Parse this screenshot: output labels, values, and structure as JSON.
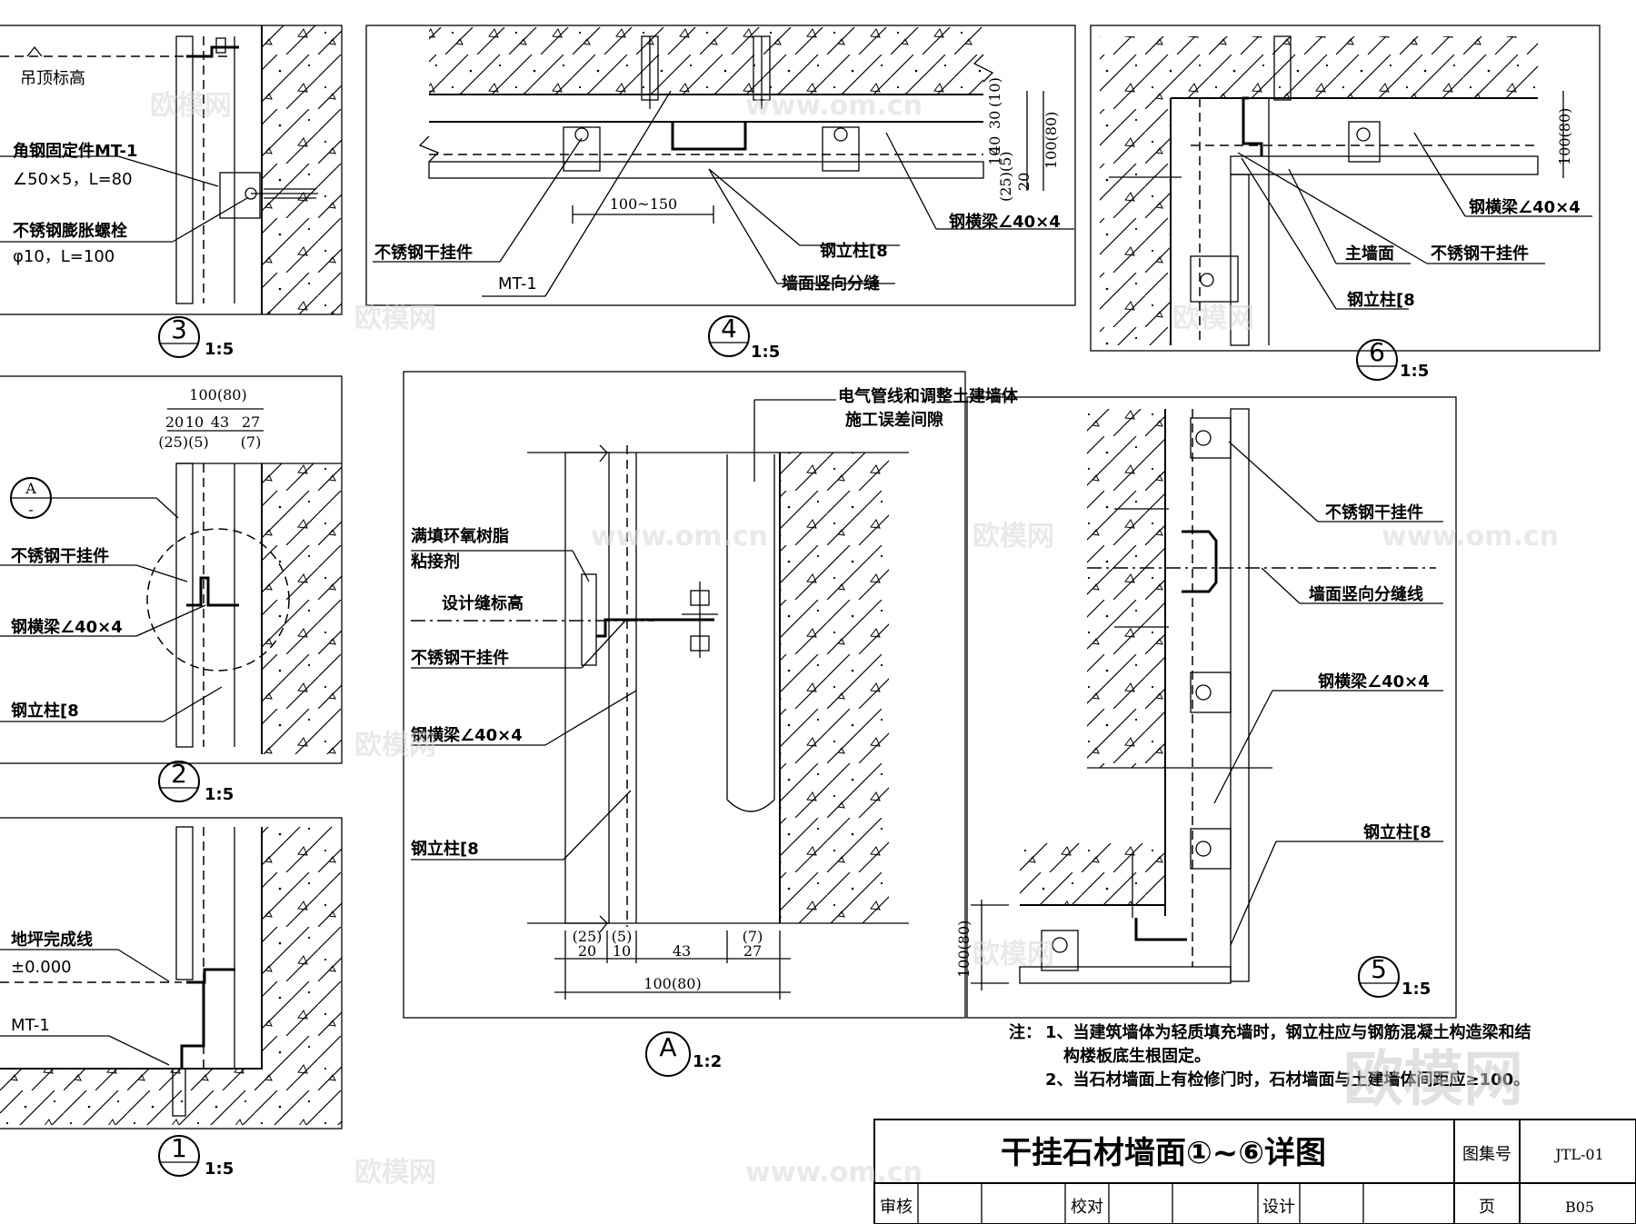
{
  "title_block": {
    "title": "干挂石材墙面①~⑥详图",
    "atlas_label": "图集号",
    "atlas_code": "JTL-01",
    "review_label": "审核",
    "check_label": "校对",
    "design_label": "设计",
    "page_label": "页",
    "page_code": "B05"
  },
  "detail_3": {
    "number": "3",
    "scale": "1:5",
    "ceiling": "吊顶标高",
    "angle_fixer": "角钢固定件MT-1",
    "angle_spec": "∠50×5，L=80",
    "bolt": "不锈钢膨胀螺栓",
    "bolt_spec": "φ10，L=100"
  },
  "detail_4": {
    "number": "4",
    "scale": "1:5",
    "dim_spacing": "100~150",
    "dims_v": [
      "(10)",
      "30",
      "40",
      "10",
      "(25)(5)",
      "20",
      "100(80)"
    ],
    "hanger": "不锈钢干挂件",
    "mt1": "MT-1",
    "post": "钢立柱[8",
    "joint": "墙面竖向分缝",
    "beam": "钢横梁∠40×4"
  },
  "detail_6": {
    "number": "6",
    "scale": "1:5",
    "dim": "100(80)",
    "beam": "钢横梁∠40×4",
    "main_wall": "主墙面",
    "hanger": "不锈钢干挂件",
    "post": "钢立柱[8"
  },
  "detail_2": {
    "number": "2",
    "scale": "1:5",
    "dim_total": "100(80)",
    "dim_parts": [
      "20",
      "10",
      "43",
      "27"
    ],
    "dim_alt": [
      "(25)(5)",
      "(7)"
    ],
    "ref_letter": "A",
    "ref_sheet": "-",
    "hanger": "不锈钢干挂件",
    "beam": "钢横梁∠40×4",
    "post": "钢立柱[8"
  },
  "detail_1": {
    "number": "1",
    "scale": "1:5",
    "floor_line": "地坪完成线",
    "zero": "±0.000",
    "mt1": "MT-1"
  },
  "detail_a": {
    "number": "A",
    "scale": "1:2",
    "gap_note_1": "电气管线和调整土建墙体",
    "gap_note_2": "施工误差间隙",
    "epoxy_1": "满填环氧树脂",
    "epoxy_2": "粘接剂",
    "joint_level": "设计缝标高",
    "hanger": "不锈钢干挂件",
    "beam": "钢横梁∠40×4",
    "post": "钢立柱[8",
    "dims_top": [
      "(25)",
      "(5)",
      "(7)"
    ],
    "dims_mid": [
      "20",
      "10",
      "43",
      "27"
    ],
    "dim_total": "100(80)"
  },
  "detail_5": {
    "number": "5",
    "scale": "1:5",
    "hanger": "不锈钢干挂件",
    "joint_line": "墙面竖向分缝线",
    "beam": "钢横梁∠40×4",
    "post": "钢立柱[8",
    "dim": "100(80)"
  },
  "notes": {
    "prefix": "注：",
    "line1": "1、当建筑墙体为轻质填充墙时，钢立柱应与钢筋混凝土构造梁和结",
    "line2": "构楼板底生根固定。",
    "line3": "2、当石材墙面上有检修门时，石材墙面与土建墙体间距应≥100。"
  },
  "watermark": {
    "site": "www.om.cn",
    "brand": "欧模网"
  }
}
